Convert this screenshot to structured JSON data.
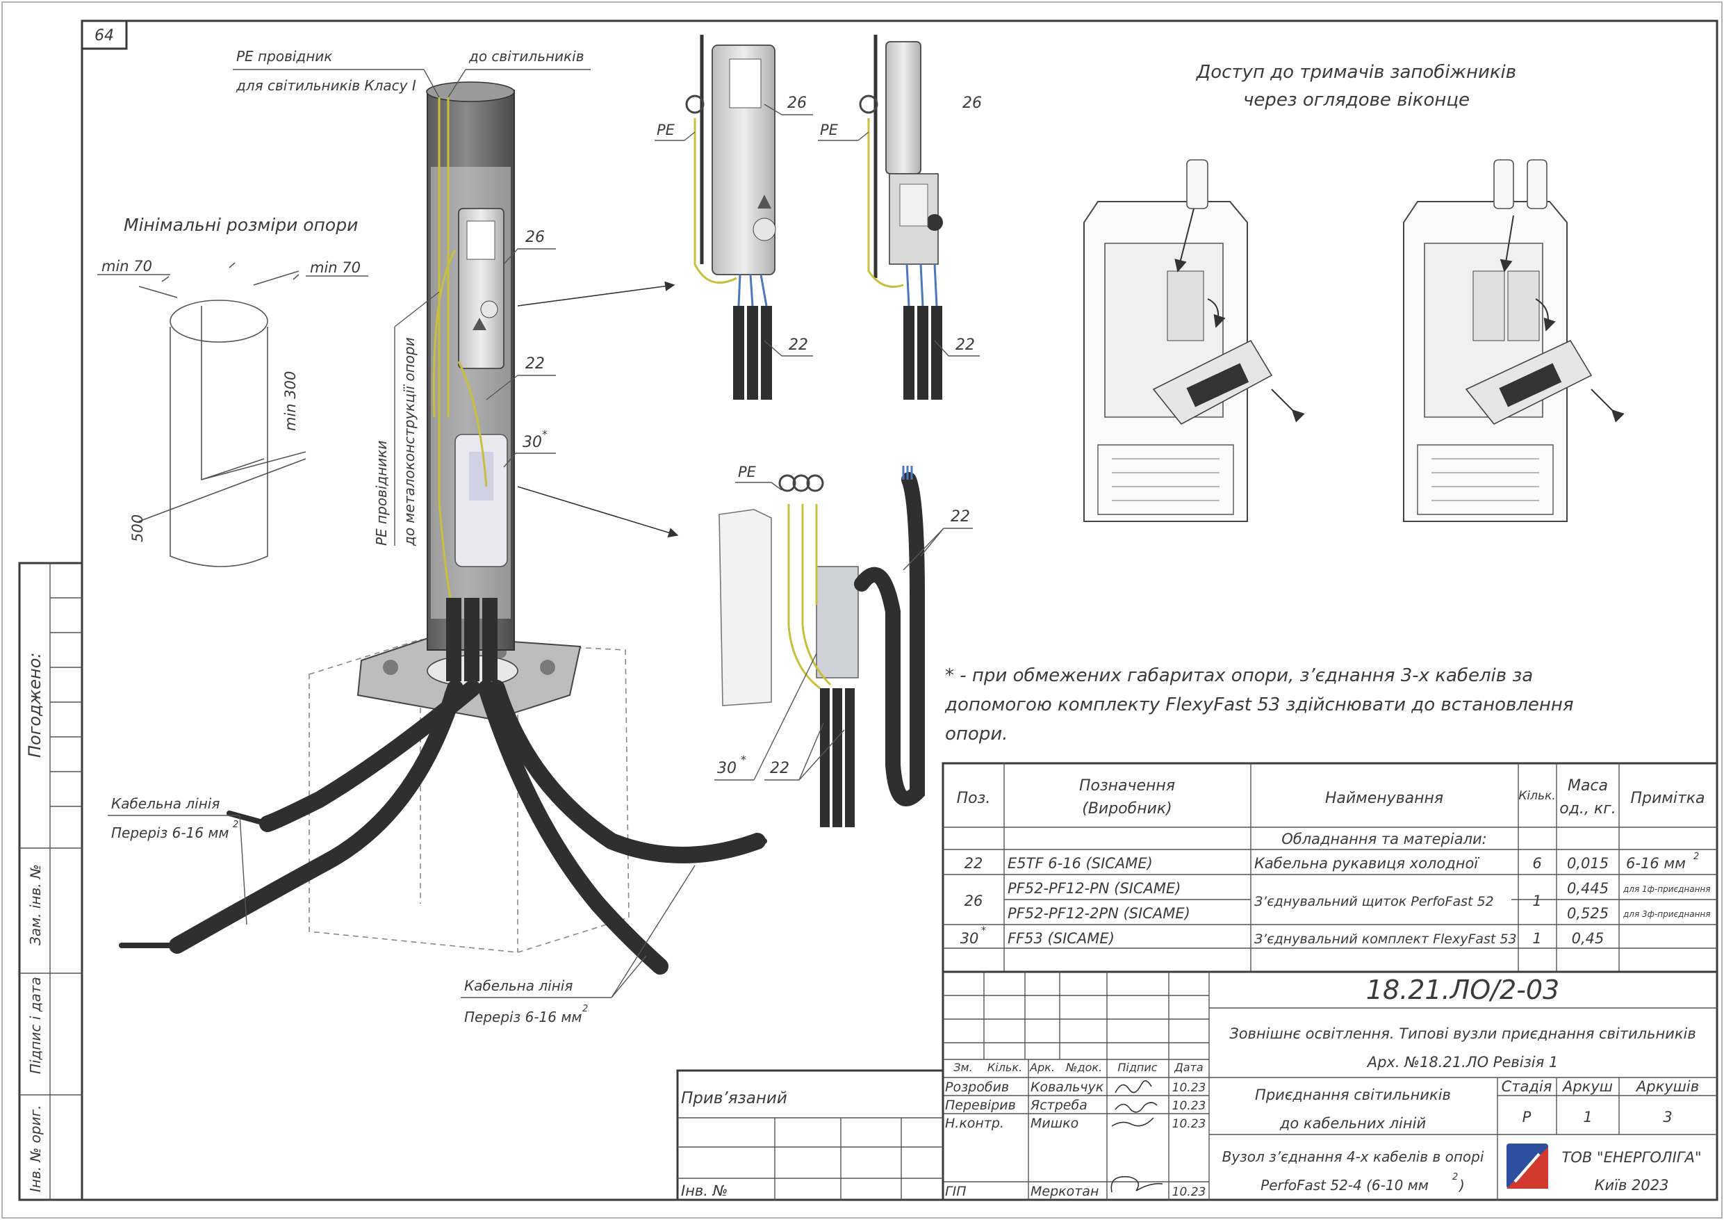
{
  "sheet": {
    "page_number": "64"
  },
  "left_margin": {
    "agreed": "Погоджено:",
    "replaced_inv": "Зам. інв. №",
    "signature_date": "Підпис і дата",
    "inv_original": "Інв. № ориг."
  },
  "pole": {
    "pe_conductor_line1": "PE провідник",
    "pe_conductor_line2": "для світильників Класу I",
    "to_luminaires": "до світильників",
    "pe_conductors_vertical_1": "PE провідники",
    "pe_conductors_vertical_2": "до металоконструкції опори",
    "callout_26": "26",
    "callout_22": "22",
    "callout_30": "30",
    "callout_star": "*",
    "cable_line_label_1": "Кабельна лінія",
    "cable_section_1": "Переріз 6-16 мм",
    "cable_line_label_2": "Кабельна лінія",
    "cable_section_2": "Переріз 6-16 мм",
    "sup2": "2"
  },
  "min_dims": {
    "title": "Мінімальні розміри опори",
    "min70_a": "min 70",
    "min70_b": "min 70",
    "min300": "min 300",
    "dim500": "500"
  },
  "details": {
    "pe_1": "PE",
    "pe_2": "PE",
    "pe_3": "PE",
    "c26_a": "26",
    "c26_b": "26",
    "c22_a": "22",
    "c22_b": "22",
    "c22_c": "22",
    "c22_d": "22",
    "c30": "30",
    "star": "*"
  },
  "fuse_access": {
    "title_line1": "Доступ до тримачів запобіжників",
    "title_line2": "через оглядове віконце"
  },
  "note": {
    "line1": "*  -  при  обмежених  габаритах  опори,  з’єднання  3-х  кабелів  за",
    "line2": "допомогою  комплекту  FlexyFast  53  здійснювати  до  встановлення",
    "line3": "опори."
  },
  "spec_table": {
    "headers": {
      "pos": "Поз.",
      "designation_1": "Позначення",
      "designation_2": "(Виробник)",
      "name": "Найменування",
      "qty": "Кільк.",
      "mass_1": "Маса",
      "mass_2": "од., кг.",
      "note": "Примітка"
    },
    "section_title": "Обладнання та матеріали:",
    "rows": [
      {
        "pos": "22",
        "designation": "E5TF 6-16   (SICAME)",
        "name": "Кабельна рукавиця холодної",
        "qty": "6",
        "mass": "0,015",
        "note": "6-16 мм"
      },
      {
        "pos": "26",
        "designation": "PF52-PF12-PN (SICAME)",
        "name": "З’єднувальний щиток PerfoFast 52",
        "qty": "1",
        "mass": "0,445",
        "note": "для 1ф-приєднання"
      },
      {
        "pos": "",
        "designation": "PF52-PF12-2PN  (SICAME)",
        "name": "",
        "qty": "",
        "mass": "0,525",
        "note": "для 3ф-приєднання"
      },
      {
        "pos": "30",
        "designation": "FF53   (SICAME)",
        "name": "З’єднувальний комплект FlexyFast 53",
        "qty": "1",
        "mass": "0,45",
        "note": ""
      }
    ],
    "pos_star": "*",
    "note_sup": "2"
  },
  "title_block": {
    "doc_number": "18.21.ЛО/2-03",
    "project_line1": "Зовнішнє освітлення. Типові вузли приєднання світильників",
    "project_line2": "Арх. №18.21.ЛО Ревізія 1",
    "drawing_title_1": "Приєднання світильників",
    "drawing_title_2": "до кабельних ліній",
    "node_title_1": "Вузол з’єднання 4-х кабелів в опорі",
    "node_title_2": "PerfoFast 52-4 (6-10 мм",
    "node_title_sup": "2",
    "node_title_end": ")",
    "stage_h": "Стадія",
    "sheet_h": "Аркуш",
    "sheets_h": "Аркушів",
    "stage": "Р",
    "sheet": "1",
    "sheets": "3",
    "company": "ТОВ \"ЕНЕРГОЛІГА\"",
    "city_year": "Київ 2023",
    "col_zm": "Зм.",
    "col_kilk": "Кільк.",
    "col_ark": "Арк.",
    "col_ndok": "№док.",
    "col_pidpys": "Підпис",
    "col_data": "Дата",
    "roles": [
      {
        "role": "Розробив",
        "name": "Ковальчук",
        "date": "10.23"
      },
      {
        "role": "Перевірив",
        "name": "Ястреба",
        "date": "10.23"
      },
      {
        "role": "Н.контр.",
        "name": "Мишко",
        "date": "10.23"
      },
      {
        "role": "ГІП",
        "name": "Меркотан",
        "date": "10.23"
      }
    ],
    "tied": "Прив’язаний",
    "inv_no": "Інв. №"
  },
  "colors": {
    "line": "#3a3a3a",
    "pe_conductor": "#c8c03c",
    "cable": "#2f2f2f",
    "logo_blue": "#2c4f9e",
    "logo_red": "#d23a2f"
  }
}
